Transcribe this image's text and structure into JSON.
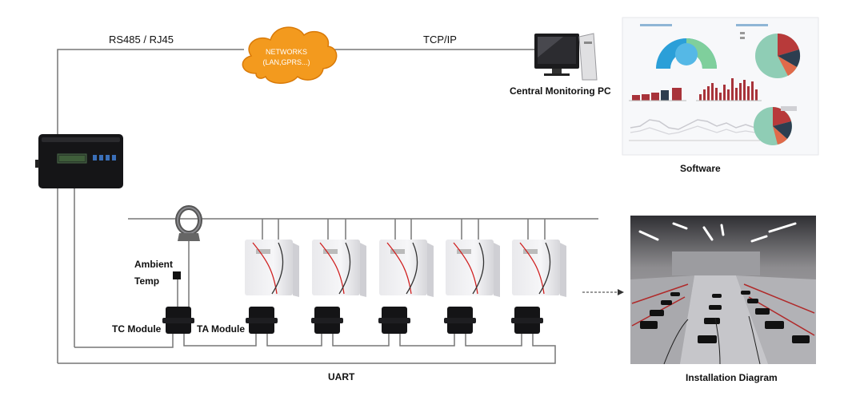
{
  "links": {
    "rs485_label": "RS485 / RJ45",
    "tcpip_label": "TCP/IP",
    "uart_label": "UART"
  },
  "network_cloud": {
    "line1": "NETWORKS",
    "line2": "(LAN,GPRS...)",
    "fill_color": "#f39a1e"
  },
  "central_pc": {
    "label": "Central Monitoring PC"
  },
  "software": {
    "label": "Software"
  },
  "installation": {
    "label": "Installation Diagram"
  },
  "sensors": {
    "ambient_line1": "Ambient",
    "ambient_line2": "Temp",
    "tc_module": "TC Module",
    "ta_module": "TA Module"
  },
  "colors": {
    "wire": "#777777",
    "battery_wire_red": "#d02020",
    "bar_red": "#a8333a",
    "pie_green": "#8fcdb5",
    "dash_blue": "#3aa0d8"
  },
  "battery_count": 5,
  "module_count": 5
}
